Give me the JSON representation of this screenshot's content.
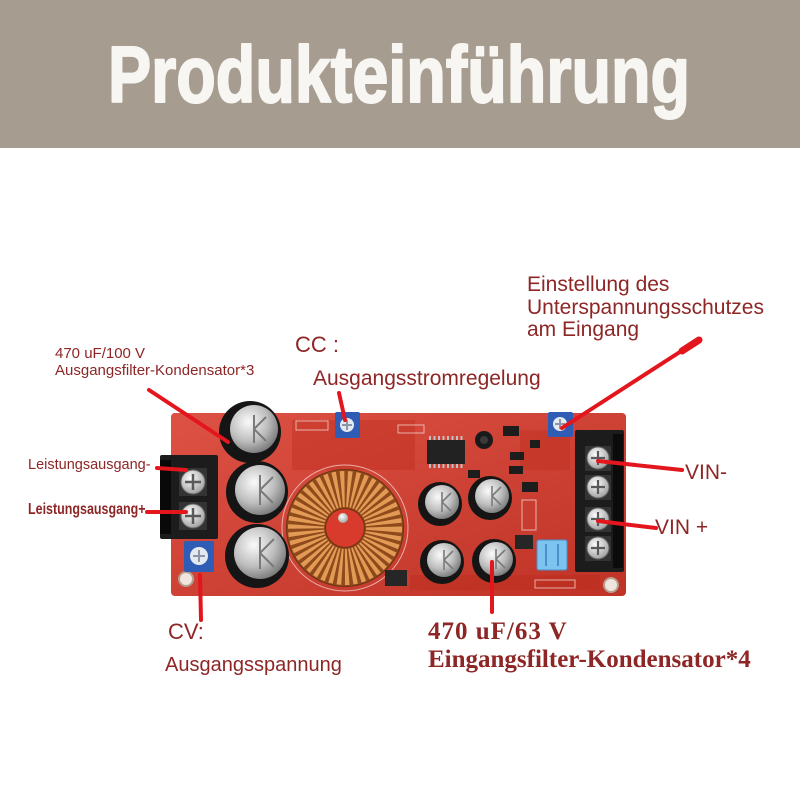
{
  "banner": {
    "title": "Produkteinführung"
  },
  "labels": {
    "undervoltage_protection": [
      "Einstellung des",
      "Unterspannungsschutzes",
      "am Eingang"
    ],
    "cc_title": "CC :",
    "cc_desc": "Ausgangsstromregelung",
    "output_capacitor_spec": "470 uF/100 V",
    "output_capacitor_desc": "Ausgangsfilter-Kondensator*3",
    "output_minus": "Leistungsausgang-",
    "output_plus": "Leistungsausgang+",
    "vin_minus": "VIN-",
    "vin_plus": "VIN +",
    "cv_title": "CV:",
    "cv_desc": "Ausgangsspannung",
    "input_capacitor_spec": "470 uF/63 V",
    "input_capacitor_desc": "Eingangsfilter-Kondensator*4"
  },
  "colors": {
    "banner_bg": "#a69c90",
    "title_text": "#f8f6f3",
    "label_text": "#8e2626",
    "callout_line": "#e3151d",
    "potentiometer_blue": "#2f5cb4",
    "pcb_red": "#d83a2b"
  }
}
